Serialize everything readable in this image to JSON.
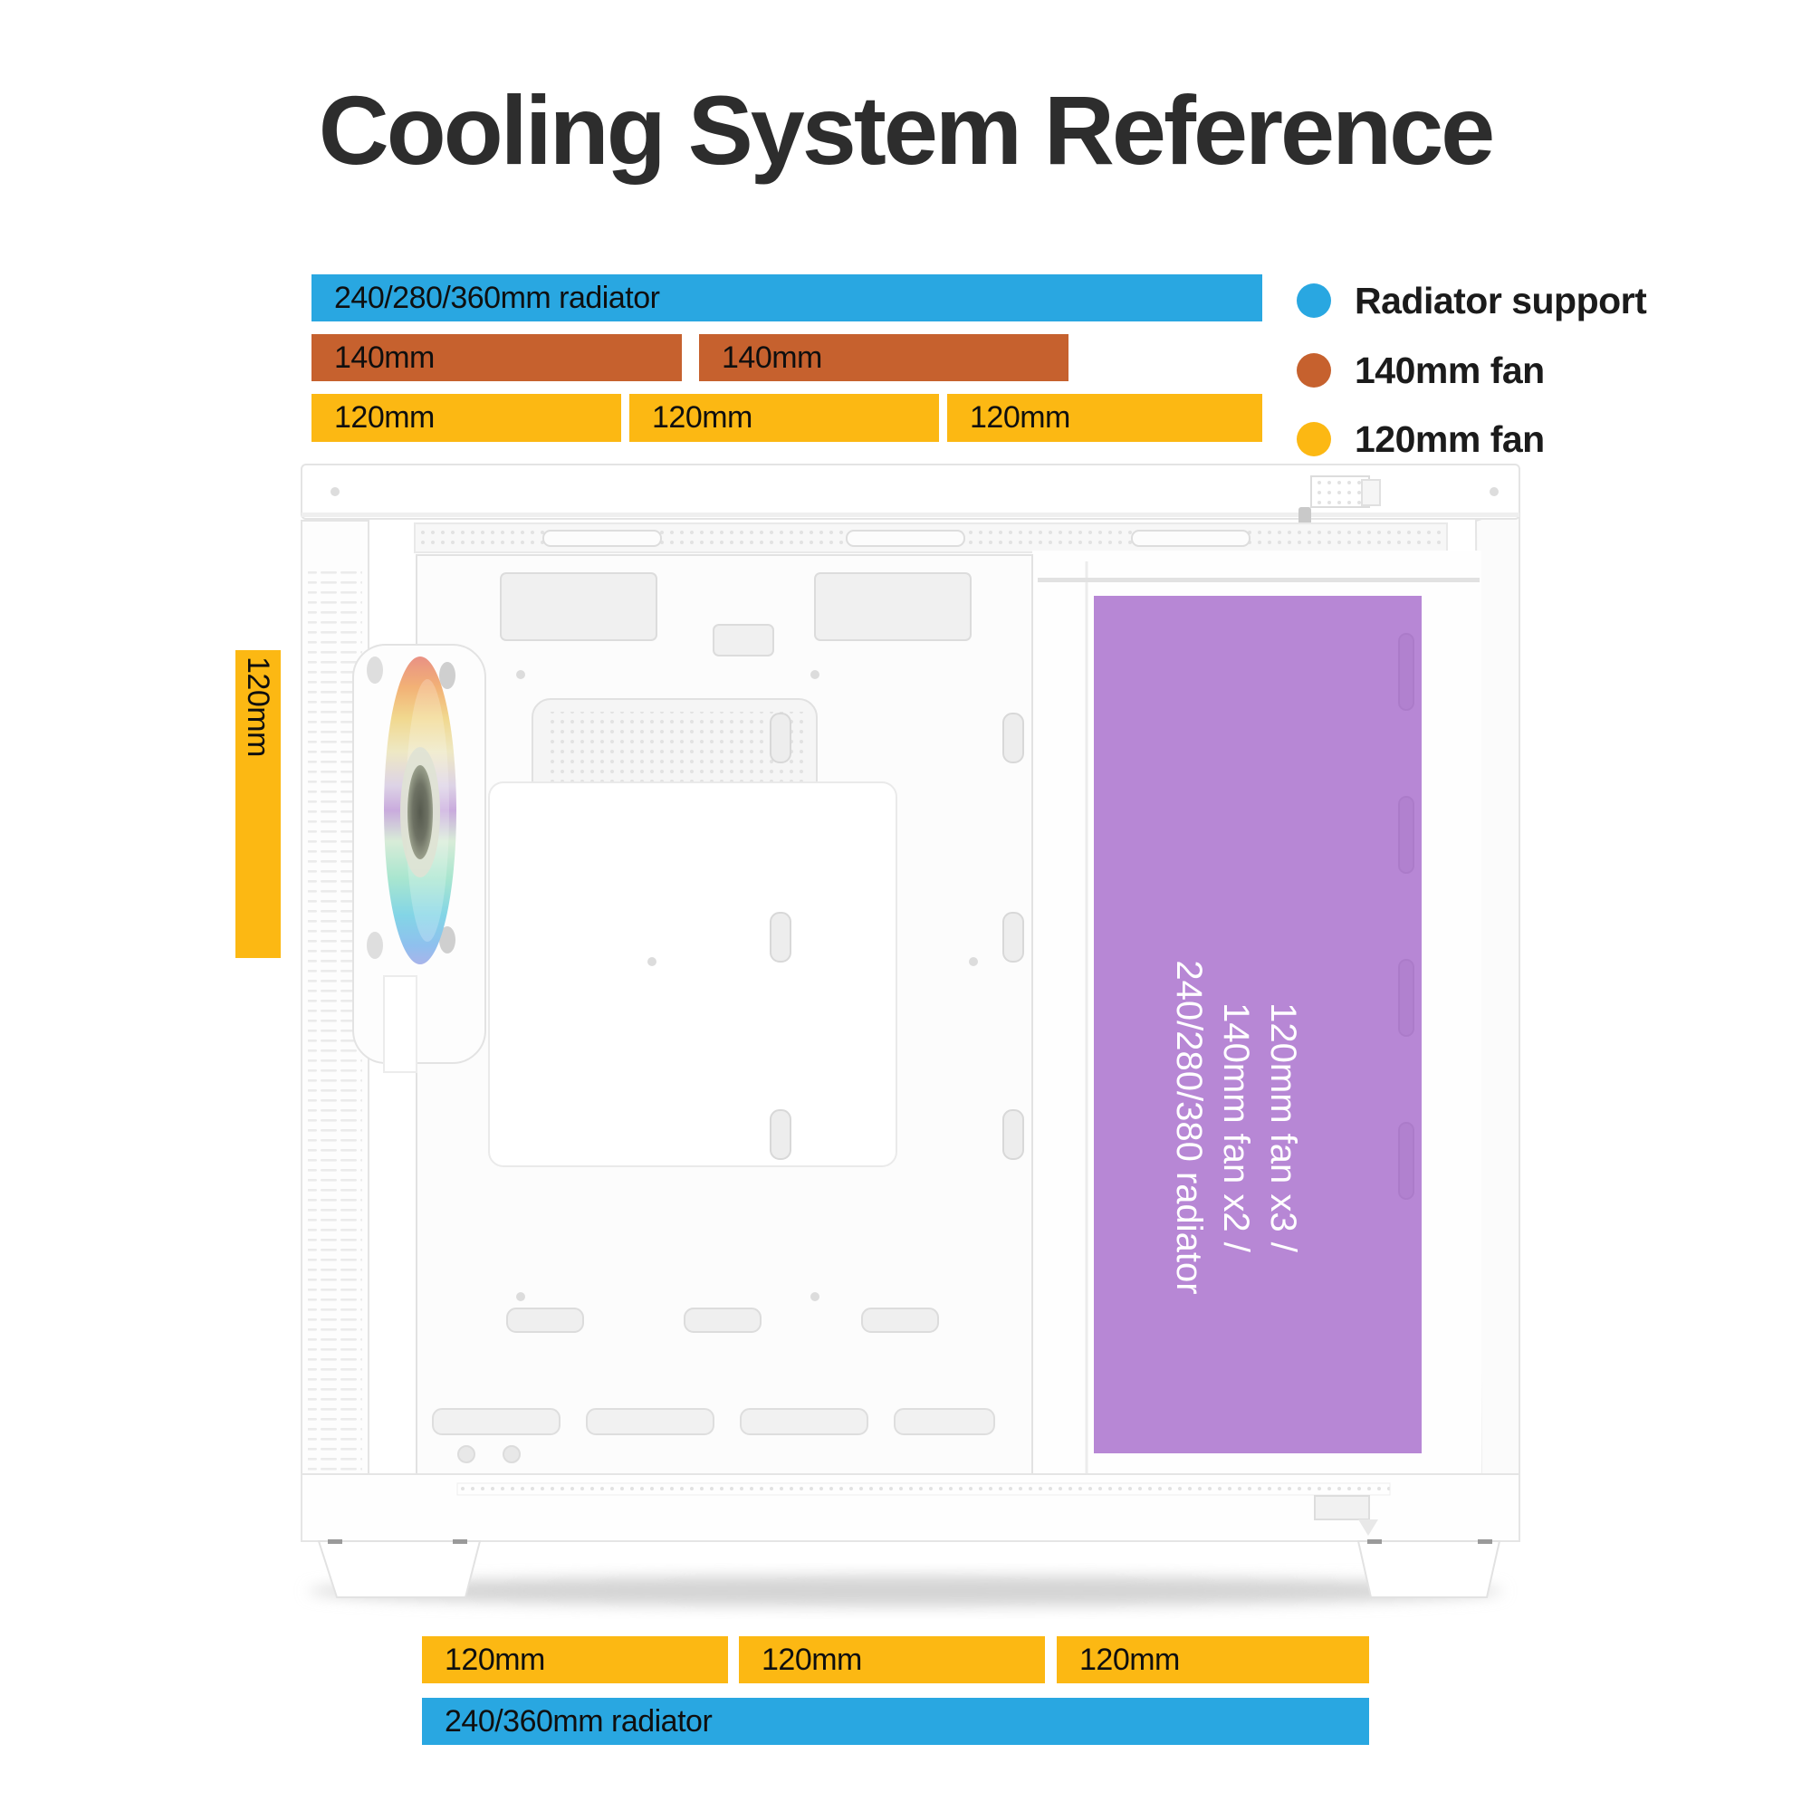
{
  "title": "Cooling System Reference",
  "colors": {
    "radiator_blue": "#29a7e1",
    "fan140_orange": "#c6612e",
    "fan120_yellow": "#fcb813",
    "highlight_purple": "rgba(139,62,188,0.62)",
    "title_text": "#2d2d2d",
    "bar_text": "#0f0f0f",
    "legend_text": "#1b1b1b"
  },
  "legend": {
    "items": [
      {
        "label": "Radiator support"
      },
      {
        "label": "140mm fan"
      },
      {
        "label": "120mm fan"
      }
    ]
  },
  "top_support": {
    "radiator_bar": "240/280/360mm radiator",
    "fan140_bars": [
      "140mm",
      "140mm"
    ],
    "fan120_bars": [
      "120mm",
      "120mm",
      "120mm"
    ]
  },
  "front_support": {
    "fan120_bar": "120mm"
  },
  "side_highlight": {
    "lines": [
      "120mm fan x3 /",
      "140mm fan x2 /",
      "240/280/380 radiator"
    ]
  },
  "bottom_support": {
    "fan120_bars": [
      "120mm",
      "120mm",
      "120mm"
    ],
    "radiator_bar": "240/360mm radiator"
  }
}
